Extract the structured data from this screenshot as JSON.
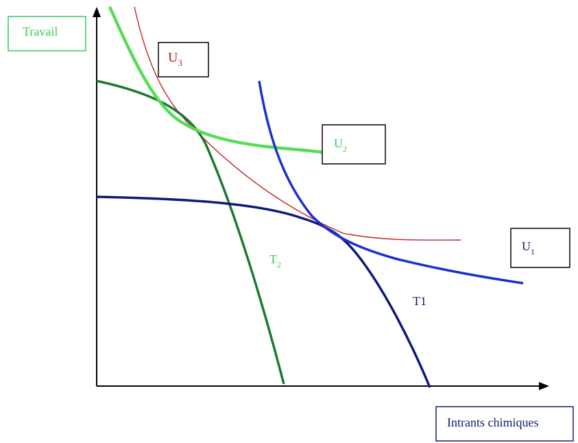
{
  "axes": {
    "y_label": "Travail",
    "x_label": "Intrants chimiques"
  },
  "curves": {
    "u1": {
      "base": "U",
      "sub": "1",
      "color": "#1a2fd1"
    },
    "u2": {
      "base": "U",
      "sub": "2",
      "color": "#55dd55"
    },
    "u3": {
      "base": "U",
      "sub": "3",
      "color": "#c22020"
    },
    "t1": {
      "label": "T1",
      "color": "#0d1a7a"
    },
    "t2": {
      "base": "T",
      "sub": "2",
      "color": "#1a7a2e"
    }
  },
  "colors": {
    "axis": "#000000",
    "label_box_border": "#000000",
    "y_label_box_border": "#33cc55",
    "x_label_box_border": "#0d1a7a",
    "y_label_text": "#33cc55",
    "x_label_text": "#0d1a7a"
  }
}
